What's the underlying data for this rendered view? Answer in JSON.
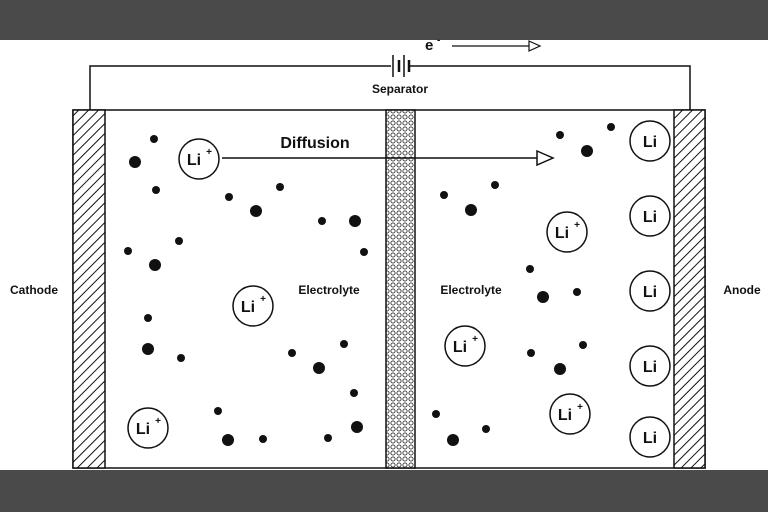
{
  "labels": {
    "electron": "e",
    "electron_sup": "-",
    "separator": "Separator",
    "cathode": "Cathode",
    "anode": "Anode",
    "electrolyte_left": "Electrolyte",
    "electrolyte_right": "Electrolyte",
    "diffusion": "Diffusion"
  },
  "ions": {
    "text": "Li",
    "charge": "+"
  },
  "anode_atom": {
    "text": "Li"
  },
  "colors": {
    "frame_bars": "#4a4a4a",
    "line": "#111111",
    "background": "#ffffff"
  }
}
